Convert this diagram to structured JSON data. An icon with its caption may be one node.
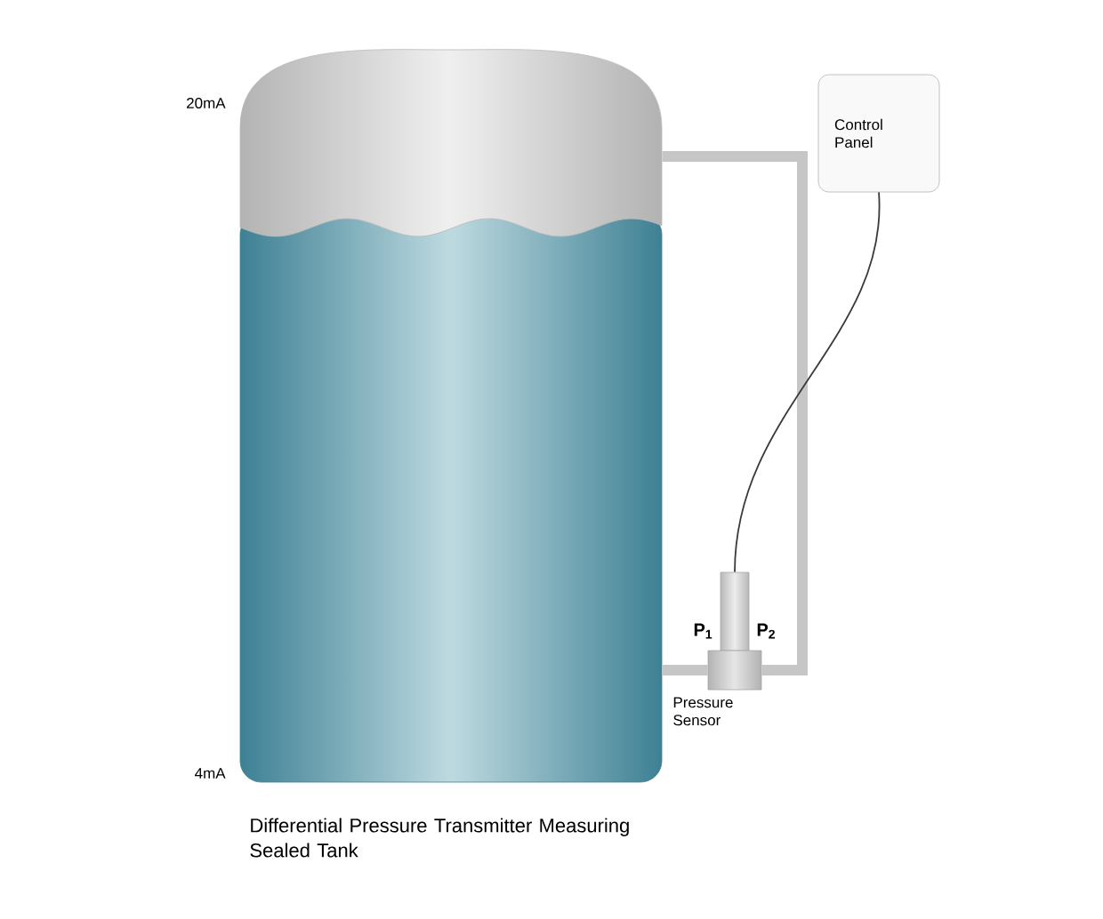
{
  "diagram": {
    "caption": "Differential Pressure Transmitter Measuring Sealed Tank",
    "nodes": [
      {
        "text": [],
        "shape": "cylinder"
      },
      {
        "text": [
          "Control Panel"
        ]
      },
      {
        "text": [],
        "shape": "picture",
        "beside": [
          "Pressure Sensor"
        ]
      }
    ],
    "edges": [
      {
        "from": 0,
        "to": 2,
        "arrow": "none"
      },
      {
        "from": 0,
        "to": 2,
        "arrow": "none"
      },
      {
        "from": 2,
        "to": 1,
        "arrow": "none",
        "color": "#3a3a3a"
      }
    ],
    "labels": [
      "20mA",
      "4mA",
      "P$_{1}$",
      "P$_{2}$"
    ]
  }
}
